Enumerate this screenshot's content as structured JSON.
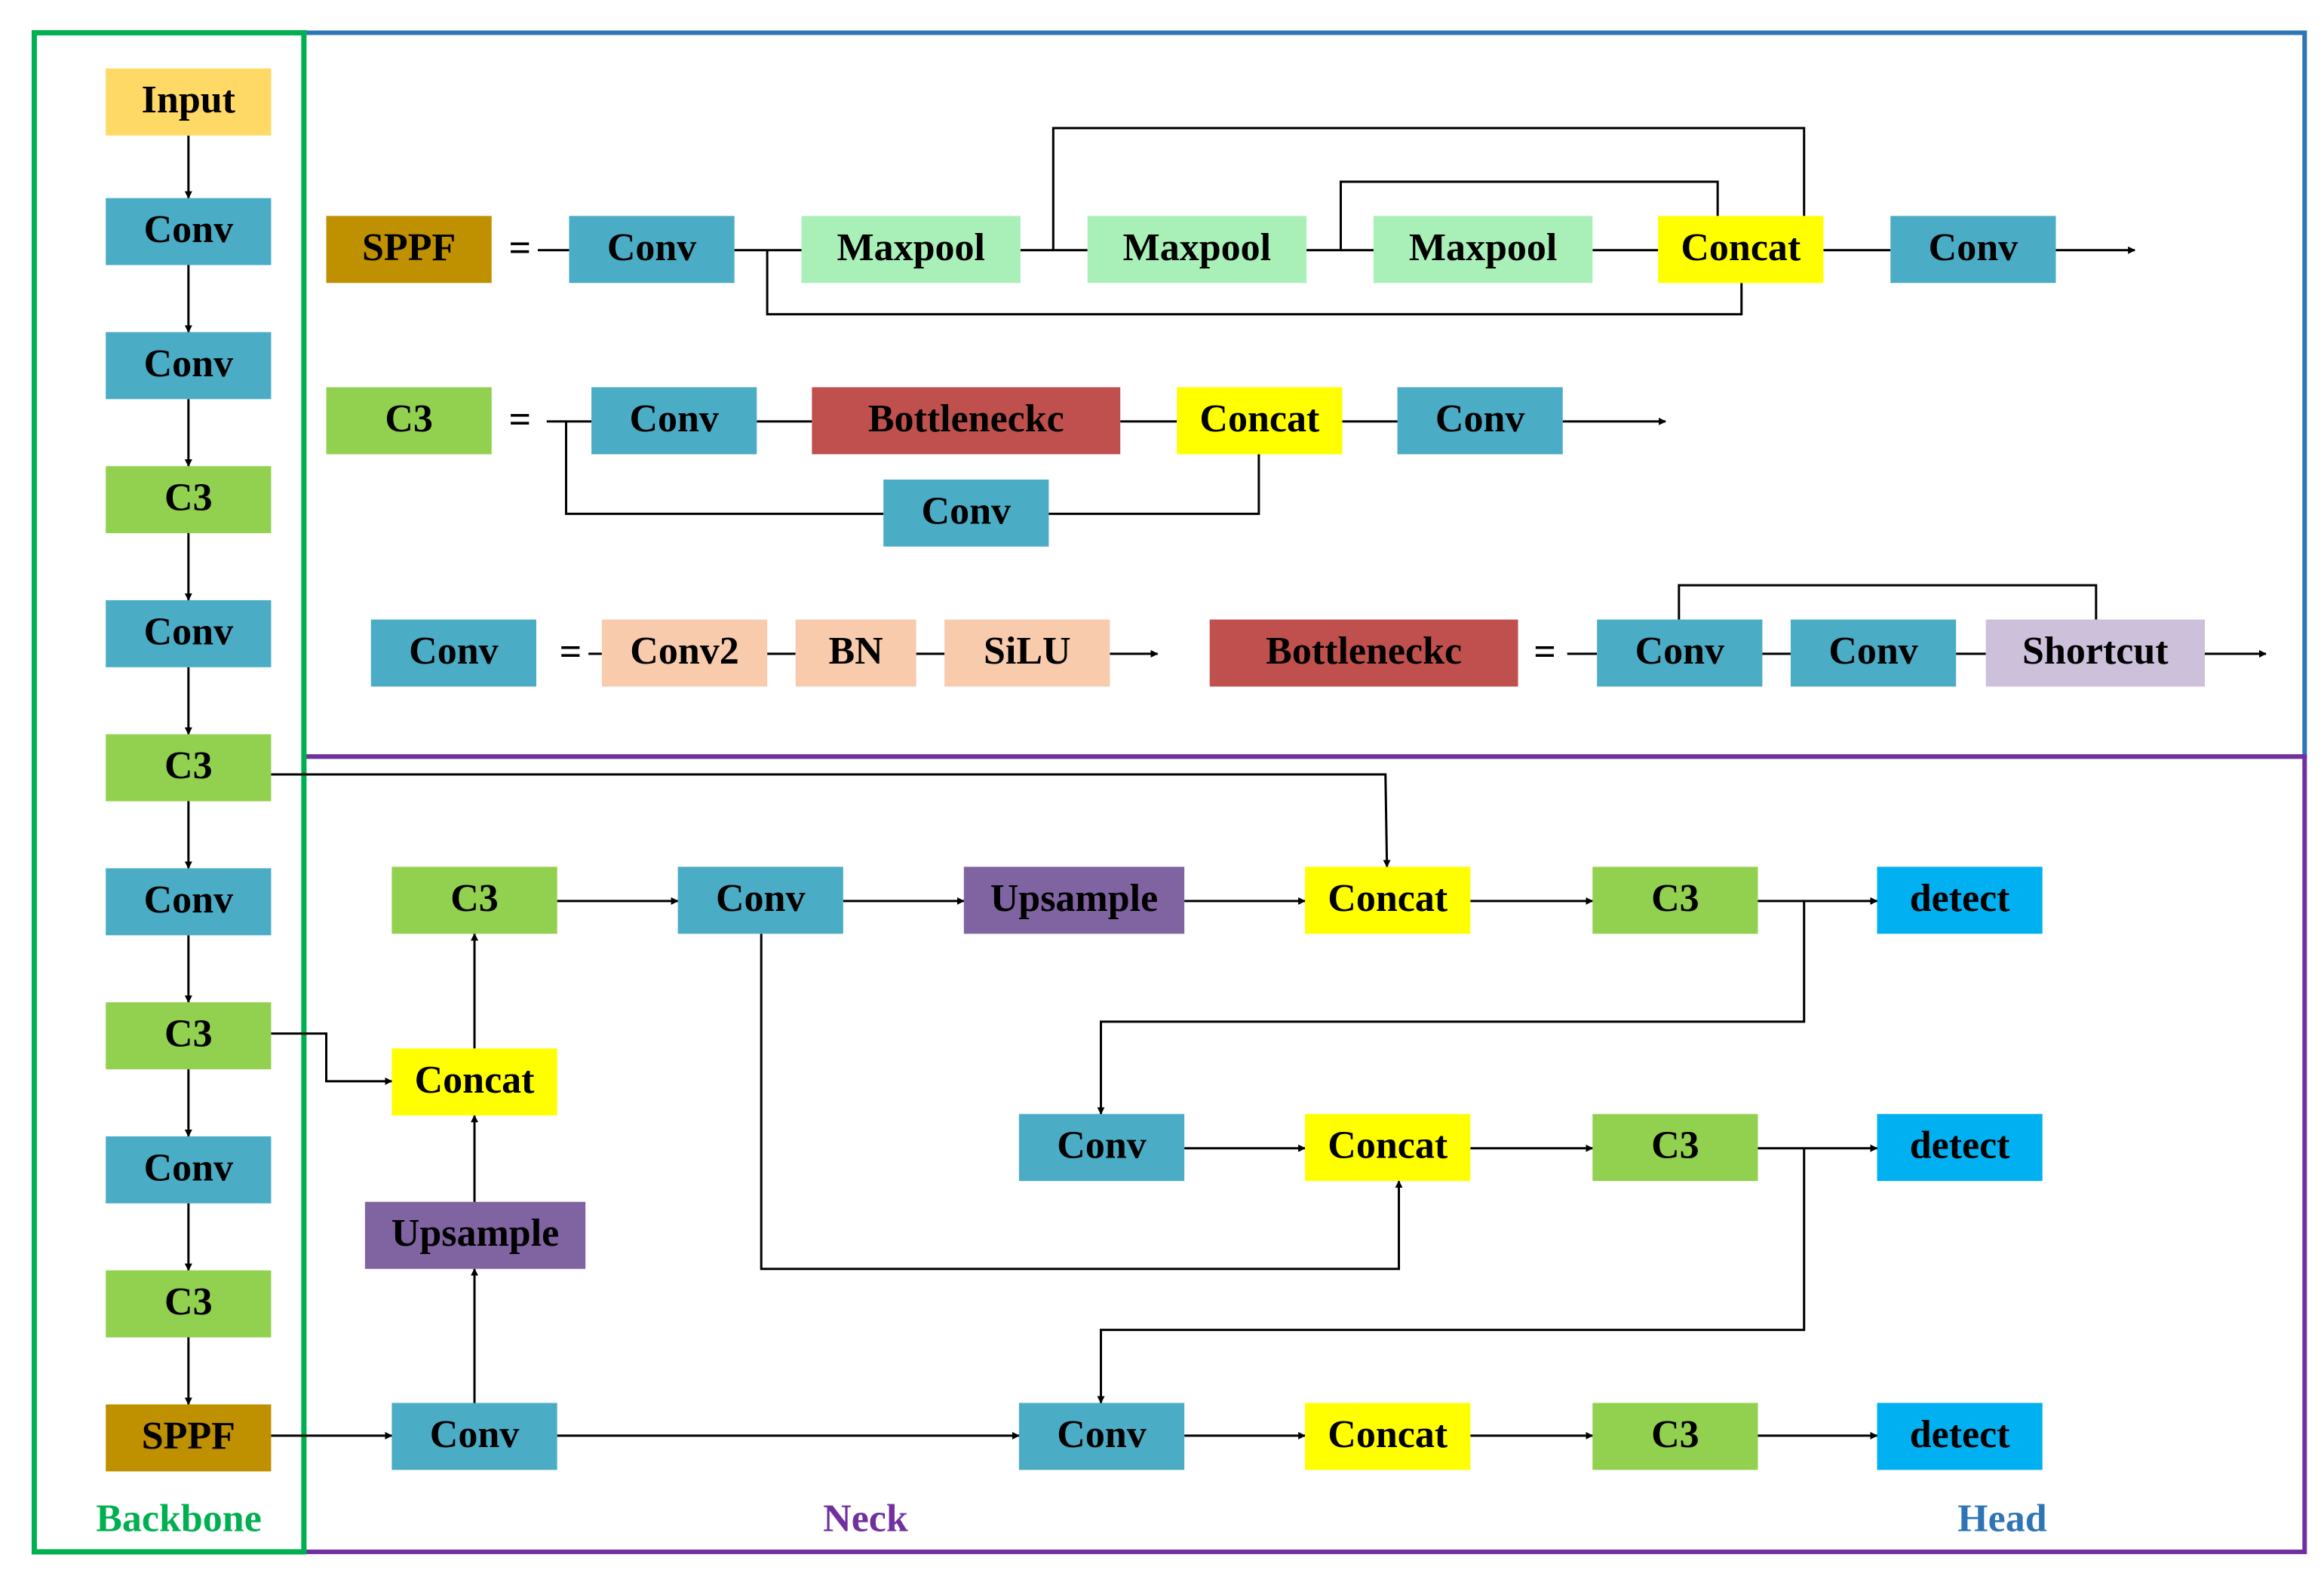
{
  "colors": {
    "input": "#FFD966",
    "conv": "#4BACC6",
    "c3": "#92D050",
    "sppf": "#BF9000",
    "maxpool": "#A9F0B8",
    "concat": "#FFFF00",
    "bottleneck": "#C0504D",
    "conv2": "#F8CBAD",
    "shortcut": "#CCC0DA",
    "upsample": "#8064A2",
    "detect": "#00B0F0",
    "backbone_frame": "#00B050",
    "head_frame": "#2E75B6",
    "neck_frame": "#7030A0"
  },
  "labels": {
    "backbone": "Backbone",
    "neck": "Neck",
    "head": "Head"
  },
  "nodes": {
    "bb_input": "Input",
    "bb_conv1": "Conv",
    "bb_conv2": "Conv",
    "bb_c3_1": "C3",
    "bb_conv3": "Conv",
    "bb_c3_2": "C3",
    "bb_conv4": "Conv",
    "bb_c3_3": "C3",
    "bb_conv5": "Conv",
    "bb_c3_4": "C3",
    "bb_sppf": "SPPF",
    "sppf_name": "SPPF",
    "sppf_eq": "=",
    "sppf_conv1": "Conv",
    "sppf_max1": "Maxpool",
    "sppf_max2": "Maxpool",
    "sppf_max3": "Maxpool",
    "sppf_concat": "Concat",
    "sppf_conv2": "Conv",
    "c3_name": "C3",
    "c3_eq": "=",
    "c3_conv1": "Conv",
    "c3_bottle": "Bottleneckc",
    "c3_concat": "Concat",
    "c3_conv2": "Conv",
    "c3_conv3": "Conv",
    "conv_name": "Conv",
    "conv_eq": "=",
    "conv_conv2": "Conv2",
    "conv_bn": "BN",
    "conv_silu": "SiLU",
    "bt_name": "Bottleneckc",
    "bt_eq": "=",
    "bt_conv1": "Conv",
    "bt_conv2": "Conv",
    "bt_shortcut": "Shortcut",
    "nk_c3": "C3",
    "nk_conv_top": "Conv",
    "nk_upsample_top": "Upsample",
    "nk_concat_top": "Concat",
    "nk_c3_top": "C3",
    "nk_detect_top": "detect",
    "nk_concat_left": "Concat",
    "nk_upsample_left": "Upsample",
    "nk_conv_bottom": "Conv",
    "nk_conv_mid": "Conv",
    "nk_concat_mid": "Concat",
    "nk_c3_mid": "C3",
    "nk_detect_mid": "detect",
    "nk_conv_low": "Conv",
    "nk_concat_low": "Concat",
    "nk_c3_low": "C3",
    "nk_detect_low": "detect"
  }
}
